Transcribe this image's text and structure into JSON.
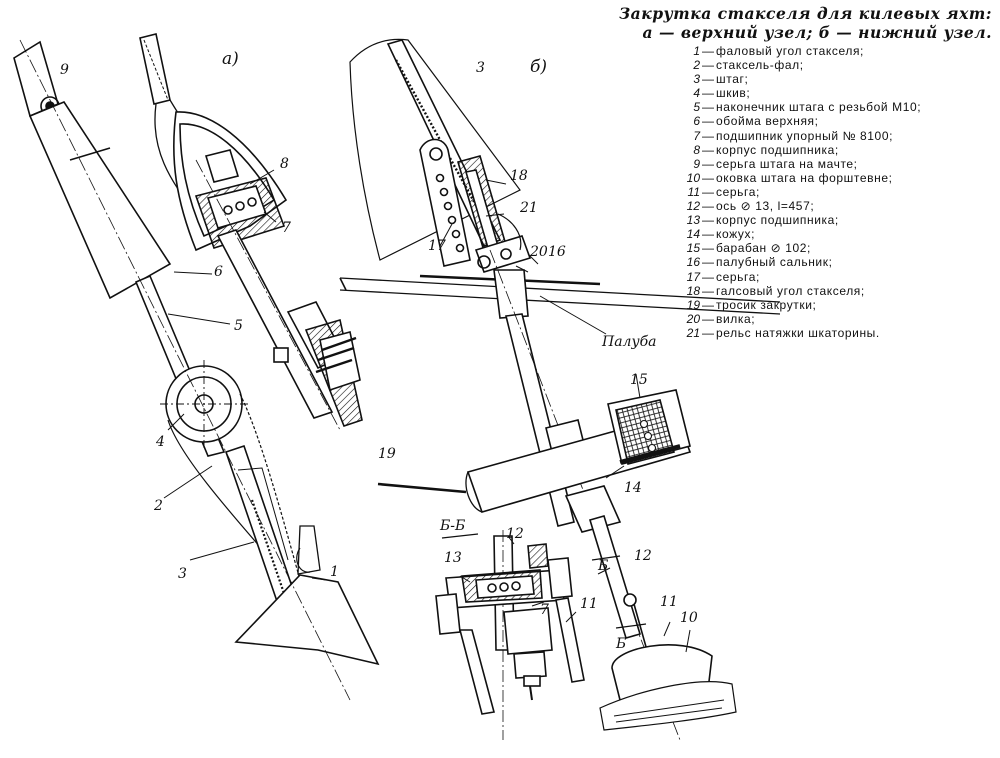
{
  "title": {
    "line1": "Закрутка стакселя для килевых яхт:",
    "line2": "а — верхний узел; б — нижний узел."
  },
  "view_labels": {
    "a": "а)",
    "b": "б)",
    "section": "Б-Б",
    "section_mark": "Б",
    "deck": "Палуба"
  },
  "callouts": {
    "c1": "1",
    "c2": "2",
    "c3": "3",
    "c4": "4",
    "c5": "5",
    "c6": "6",
    "c7": "7",
    "c8": "8",
    "c9": "9",
    "c10": "10",
    "c11": "11",
    "c12": "12",
    "c13": "13",
    "c14": "14",
    "c15": "15",
    "c16": "16",
    "c17": "17",
    "c18": "18",
    "c19": "19",
    "c20": "20",
    "c21": "21"
  },
  "legend": [
    {
      "num": "1",
      "text": "фаловый угол стакселя;"
    },
    {
      "num": "2",
      "text": "стаксель-фал;"
    },
    {
      "num": "3",
      "text": "штаг;"
    },
    {
      "num": "4",
      "text": "шкив;"
    },
    {
      "num": "5",
      "text": "наконечник штага с резьбой М10;"
    },
    {
      "num": "6",
      "text": "обойма верхняя;"
    },
    {
      "num": "7",
      "text": "подшипник упорный № 8100;"
    },
    {
      "num": "8",
      "text": "корпус подшипника;"
    },
    {
      "num": "9",
      "text": "серьга штага на мачте;"
    },
    {
      "num": "10",
      "text": "оковка штага на форштевне;"
    },
    {
      "num": "11",
      "text": "серьга;"
    },
    {
      "num": "12",
      "text": "ось ⊘ 13, l=457;"
    },
    {
      "num": "13",
      "text": "корпус подшипника;"
    },
    {
      "num": "14",
      "text": "кожух;"
    },
    {
      "num": "15",
      "text": "барабан ⊘ 102;"
    },
    {
      "num": "16",
      "text": "палубный сальник;"
    },
    {
      "num": "17",
      "text": "серьга;"
    },
    {
      "num": "18",
      "text": "галсовый угол стакселя;"
    },
    {
      "num": "19",
      "text": "тросик закрутки;"
    },
    {
      "num": "20",
      "text": "вилка;"
    },
    {
      "num": "21",
      "text": "рельс натяжки шкаторины."
    }
  ]
}
